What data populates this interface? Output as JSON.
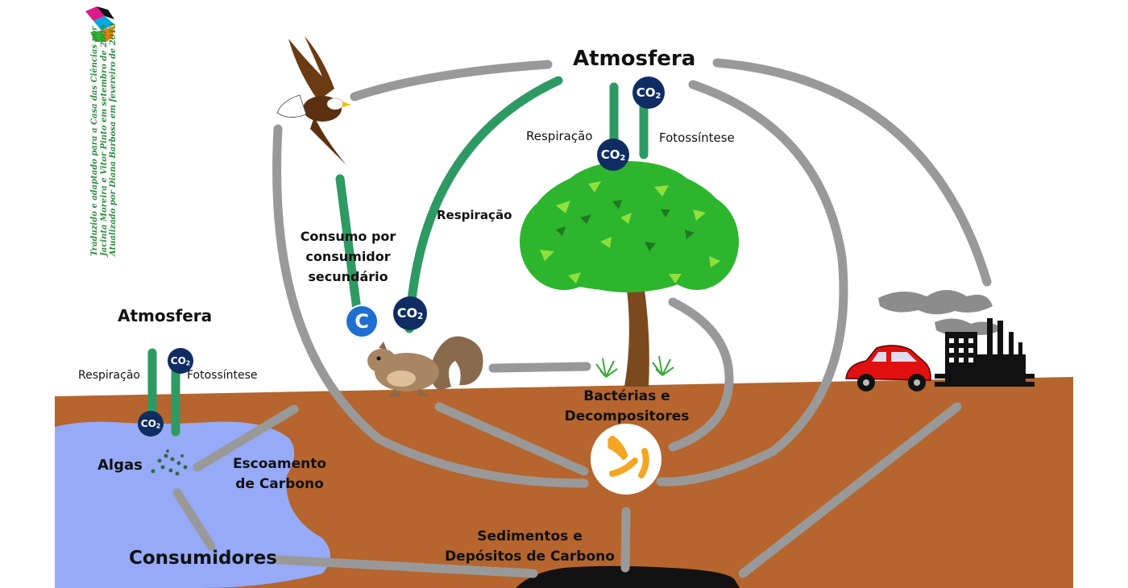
{
  "credit": {
    "line1": "Traduzido e adaptado para a Casa das Ciências por",
    "line2": "Jacinta Moreira e Vitor Pinto em setembro de 2009",
    "line3": "Atualizado por Diana Barbosa em fevereiro de 2013"
  },
  "labels": {
    "atmosphere_main": "Atmosfera",
    "atmosphere_water": "Atmosfera",
    "respiration_tree": "Respiração",
    "photosynthesis_tree": "Fotossíntese",
    "respiration_squirrel": "Respiração",
    "consumption_line1": "Consumo por",
    "consumption_line2": "consumidor",
    "consumption_line3": "secundário",
    "respiration_water": "Respiração",
    "photosynthesis_water": "Fotossíntese",
    "bacteria_line1": "Bactérias e",
    "bacteria_line2": "Decompositores",
    "algae": "Algas",
    "runoff_line1": "Escoamento",
    "runoff_line2": "de Carbono",
    "consumers": "Consumidores",
    "sediments_line1": "Sedimentos e",
    "sediments_line2": "Depósitos de Carbono"
  },
  "badges": {
    "co2_main": "CO",
    "co2_sub": "2",
    "carbon": "C"
  },
  "colors": {
    "soil": "#b5652d",
    "water": "#97aaf7",
    "arrow_gray": "#999999",
    "arrow_green": "#2e9a63",
    "co2_badge": "#0f2d63",
    "carbon_badge": "#1e6fd0",
    "leaf_green": "#2db52d",
    "bacteria_orange": "#f5a623"
  }
}
